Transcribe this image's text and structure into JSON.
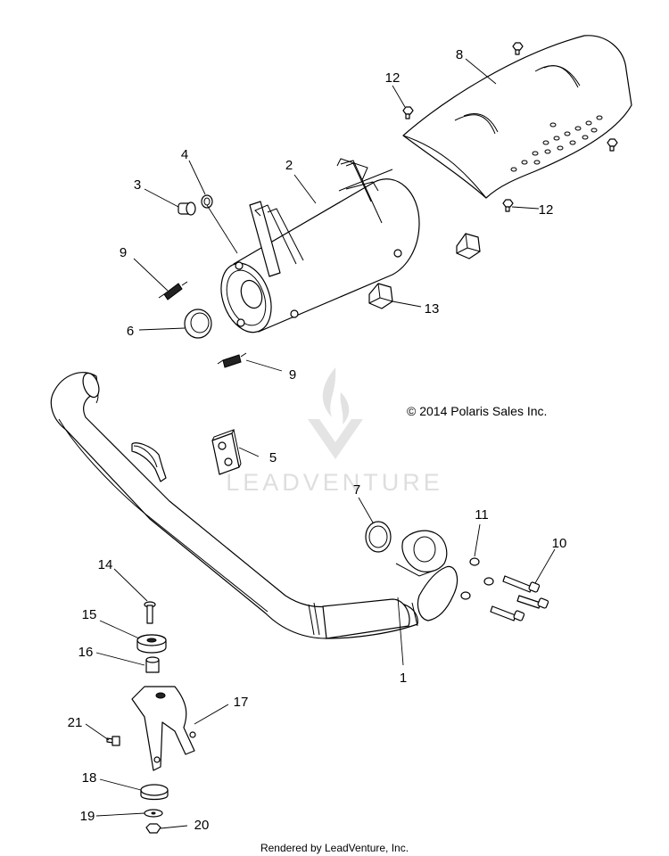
{
  "copyright": "© 2014 Polaris Sales Inc.",
  "watermark": "LEADVENTURE",
  "footer": "Rendered by LeadVenture, Inc.",
  "callouts": [
    "1",
    "2",
    "3",
    "4",
    "5",
    "6",
    "7",
    "8",
    "9",
    "9",
    "10",
    "11",
    "12",
    "12",
    "13",
    "14",
    "15",
    "16",
    "17",
    "18",
    "19",
    "20",
    "21"
  ]
}
